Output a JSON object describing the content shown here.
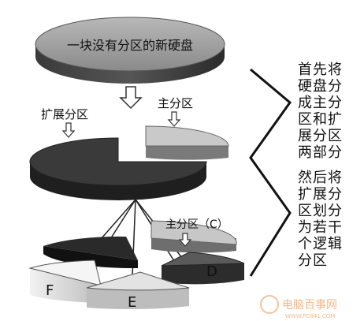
{
  "disk_label": "一块没有分区的新硬盘",
  "label_primary": "主分区",
  "label_extended": "扩展分区",
  "label_primary_c": "主分区（C）",
  "drive_letters": {
    "d": "D",
    "e": "E",
    "f": "F"
  },
  "note_step1": "首先将硬盘分成主分区和扩展分区两部分",
  "note_step2": "然后将扩展分区划分为若干个逻辑分区",
  "watermark_text": "电脑百事网",
  "watermark_url": "WWW.PC841.COM",
  "colors": {
    "dark": "#2a2a2a",
    "mid": "#6e6e6e",
    "light": "#bdbdbd",
    "pale": "#e8e8e8"
  }
}
